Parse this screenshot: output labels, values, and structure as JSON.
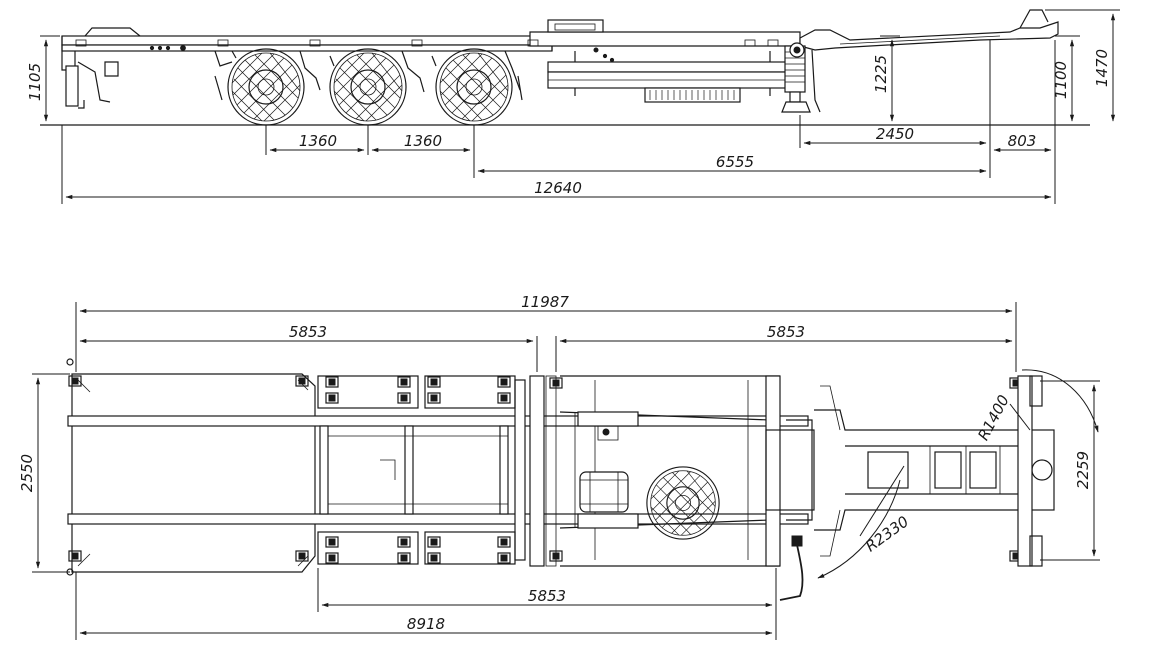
{
  "drawing": {
    "side_view": {
      "dimensions": {
        "axle_spacing_1": "1360",
        "axle_spacing_2": "1360",
        "axle_to_kingpin": "6555",
        "overall_length": "12640",
        "kingpin_to_front": "803",
        "landing_gear_to_kingpin": "2450",
        "deck_height_rear": "1105",
        "fifth_wheel_height": "1225",
        "coupling_height": "1100",
        "front_height": "1470"
      }
    },
    "top_view": {
      "dimensions": {
        "twistlock_span_total": "11987",
        "twistlock_span_rear": "5853",
        "twistlock_span_front": "5853",
        "overall_width": "2550",
        "front_width": "2259",
        "swing_radius_front": "R1400",
        "swing_radius_rear": "R2330",
        "bottom_span": "5853",
        "bottom_overall": "8918"
      }
    }
  }
}
